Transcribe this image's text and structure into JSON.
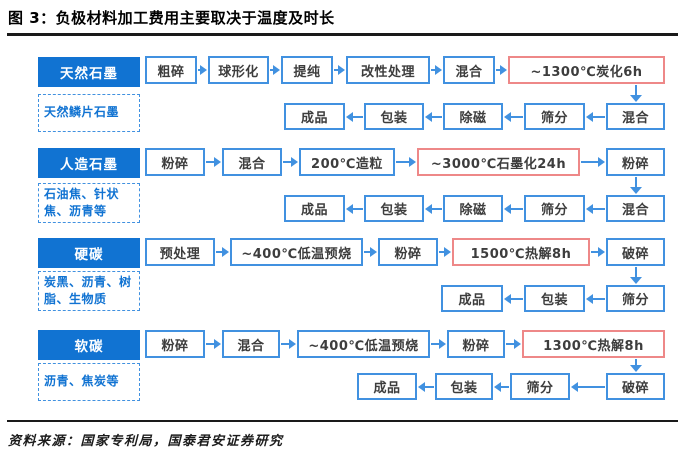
{
  "title": "图 3：负极材料加工费用主要取决于温度及时长",
  "source": "资料来源：国家专利局，国泰君安证券研究",
  "colors": {
    "category_bg": "#1173d2",
    "box_border": "#4191e0",
    "highlight_border": "#ee8888",
    "arrow": "#4191e0",
    "sub_text": "#1173d2"
  },
  "rows": [
    {
      "category": "天然石墨",
      "materials": "天然鳞片石墨",
      "line1": [
        {
          "label": "粗碎"
        },
        {
          "label": "球形化"
        },
        {
          "label": "提纯"
        },
        {
          "label": "改性处理"
        },
        {
          "label": "混合"
        },
        {
          "label": "~1300℃炭化6h",
          "hot": true
        }
      ],
      "line2": [
        {
          "label": "成品"
        },
        {
          "label": "包装"
        },
        {
          "label": "除磁"
        },
        {
          "label": "筛分"
        },
        {
          "label": "混合"
        }
      ]
    },
    {
      "category": "人造石墨",
      "materials": "石油焦、针状焦、沥青等",
      "line1": [
        {
          "label": "粉碎"
        },
        {
          "label": "混合"
        },
        {
          "label": "200℃造粒"
        },
        {
          "label": "~3000℃石墨化24h",
          "hot": true
        },
        {
          "label": "粉碎"
        }
      ],
      "line2": [
        {
          "label": "成品"
        },
        {
          "label": "包装"
        },
        {
          "label": "除磁"
        },
        {
          "label": "筛分"
        },
        {
          "label": "混合"
        }
      ]
    },
    {
      "category": "硬碳",
      "materials": "炭黑、沥青、树脂、生物质",
      "line1": [
        {
          "label": "预处理"
        },
        {
          "label": "~400℃低温预烧"
        },
        {
          "label": "粉碎"
        },
        {
          "label": "1500℃热解8h",
          "hot": true
        },
        {
          "label": "破碎"
        }
      ],
      "line2": [
        {
          "label": "成品"
        },
        {
          "label": "包装"
        },
        {
          "label": "筛分"
        }
      ]
    },
    {
      "category": "软碳",
      "materials": "沥青、焦炭等",
      "line1": [
        {
          "label": "粉碎"
        },
        {
          "label": "混合"
        },
        {
          "label": "~400℃低温预烧"
        },
        {
          "label": "粉碎"
        },
        {
          "label": "1300℃热解8h",
          "hot": true
        }
      ],
      "line2": [
        {
          "label": "成品"
        },
        {
          "label": "包装"
        },
        {
          "label": "筛分"
        },
        {
          "label": "破碎"
        }
      ]
    }
  ]
}
